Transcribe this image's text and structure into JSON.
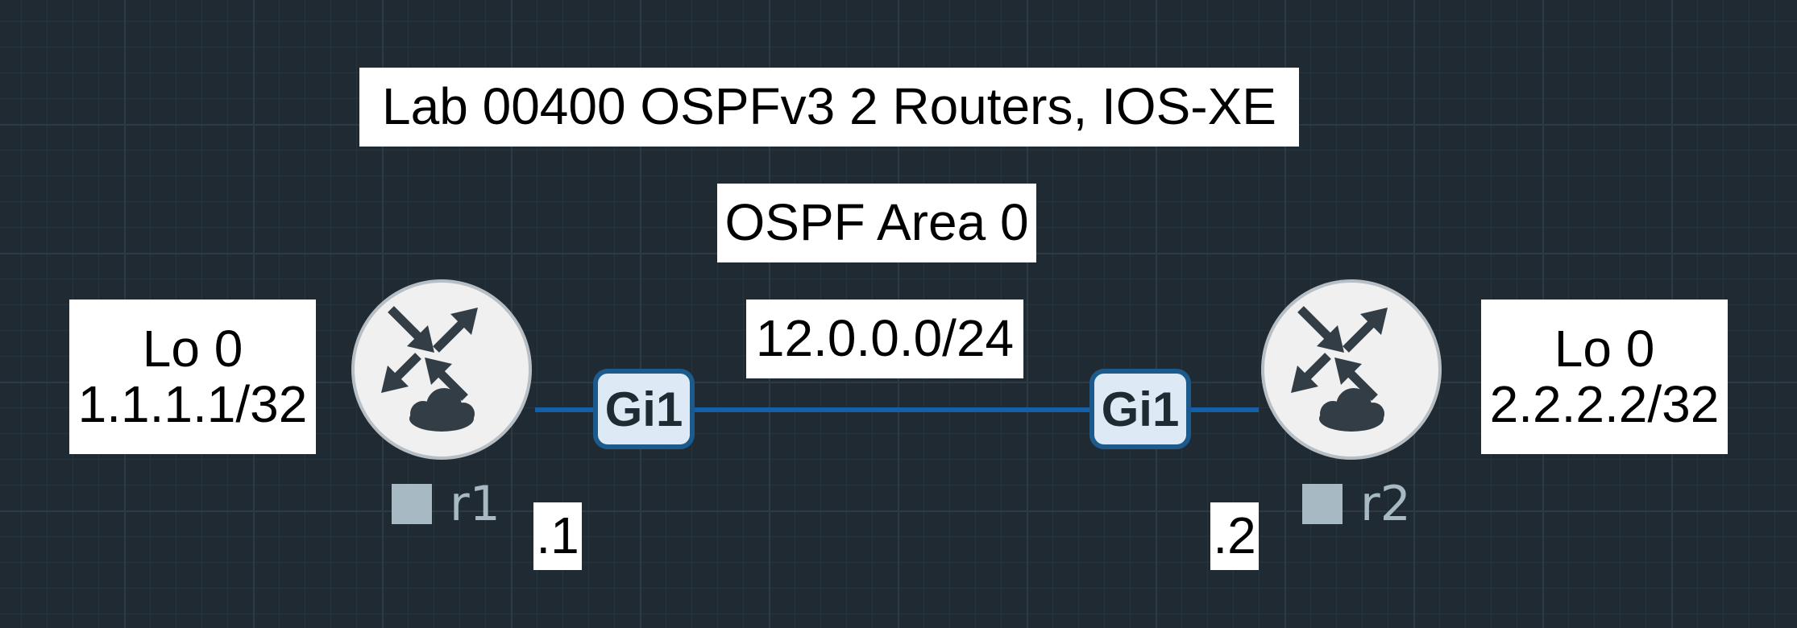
{
  "title": "Lab 00400 OSPFv3 2 Routers, IOS-XE",
  "area_label": "OSPF Area 0",
  "subnet_label": "12.0.0.0/24",
  "routers": [
    {
      "name": "r1",
      "loopback_name": "Lo 0",
      "loopback_ip": "1.1.1.1/32",
      "interface": "Gi1",
      "host_octet": ".1"
    },
    {
      "name": "r2",
      "loopback_name": "Lo 0",
      "loopback_ip": "2.2.2.2/32",
      "interface": "Gi1",
      "host_octet": ".2"
    }
  ],
  "colors": {
    "canvas": "#1f2a33",
    "link": "#1460a8",
    "interface_fill": "#dde9f5",
    "interface_border": "#1d5a8c",
    "router_fill": "#f0f0f0",
    "router_icon": "#333d45",
    "node_label": "#a7b9c3"
  },
  "icons": {
    "router": "router-icon",
    "node_status": "status-square-icon"
  }
}
